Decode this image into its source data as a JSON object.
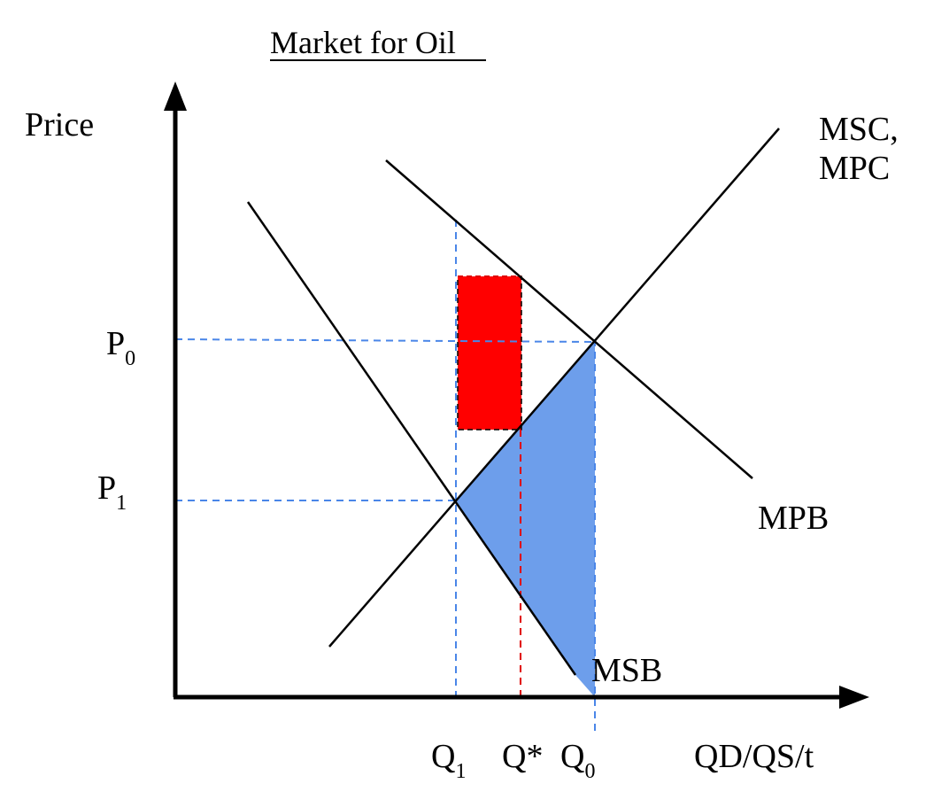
{
  "title": "Market for Oil",
  "axes": {
    "y_label": "Price",
    "x_label": "QD/QS/t"
  },
  "prices": {
    "p0": {
      "letter": "P",
      "sub": "0"
    },
    "p1": {
      "letter": "P",
      "sub": "1"
    }
  },
  "quantities": {
    "q1": {
      "letter": "Q",
      "sub": "1"
    },
    "q_star": "Q*",
    "q0": {
      "letter": "Q",
      "sub": "0"
    }
  },
  "curves": {
    "supply": {
      "line1": "MSC,",
      "line2": "MPC"
    },
    "mpb": "MPB",
    "msb": "MSB"
  },
  "colors": {
    "axis": "#000000",
    "curve": "#000000",
    "guide_blue": "#4a86e8",
    "guide_red": "#e00000",
    "tax_rect": "#ff0000",
    "deadweight": "#6d9eeb"
  }
}
